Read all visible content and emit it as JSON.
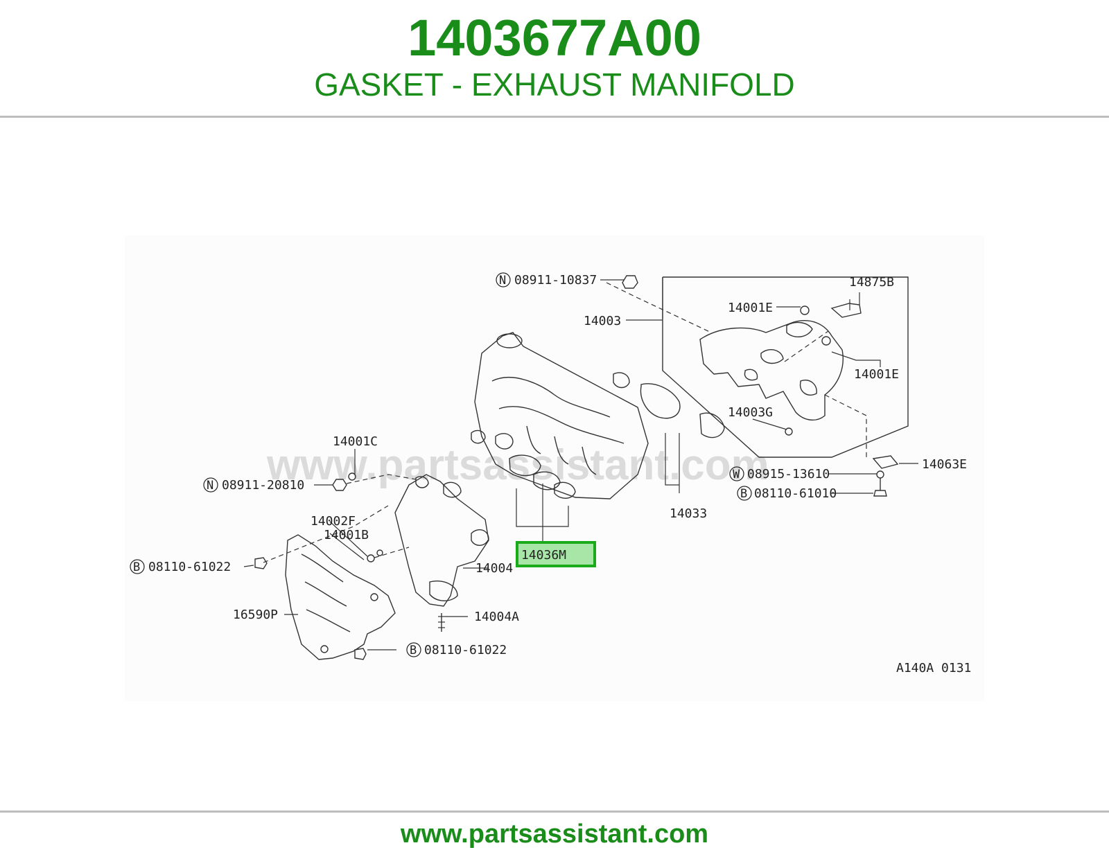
{
  "header": {
    "part_number": "1403677A00",
    "part_title": "GASKET - EXHAUST MANIFOLD"
  },
  "footer": {
    "url": "www.partsassistant.com"
  },
  "diagram": {
    "watermark": "www.partsassistant.com",
    "reference_code": "A140A 0131",
    "highlight_color": "#1aaa1a",
    "labels": {
      "l_08911_10837": "08911-10837",
      "l_14875B": "14875B",
      "l_14001E_top": "14001E",
      "l_14003": "14003",
      "l_14001E_right": "14001E",
      "l_14003G": "14003G",
      "l_14001C": "14001C",
      "l_08911_20810": "08911-20810",
      "l_14063E": "14063E",
      "l_08915_13610": "08915-13610",
      "l_08110_61010": "08110-61010",
      "l_14033": "14033",
      "l_14002F": "14002F",
      "l_14001B": "14001B",
      "l_14036M": "14036M",
      "l_08110_61022_left": "08110-61022",
      "l_14004": "14004",
      "l_16590P": "16590P",
      "l_14004A": "14004A",
      "l_08110_61022_bottom": "08110-61022"
    },
    "prefix_symbols": {
      "n": "N",
      "w": "W",
      "b": "B"
    }
  }
}
